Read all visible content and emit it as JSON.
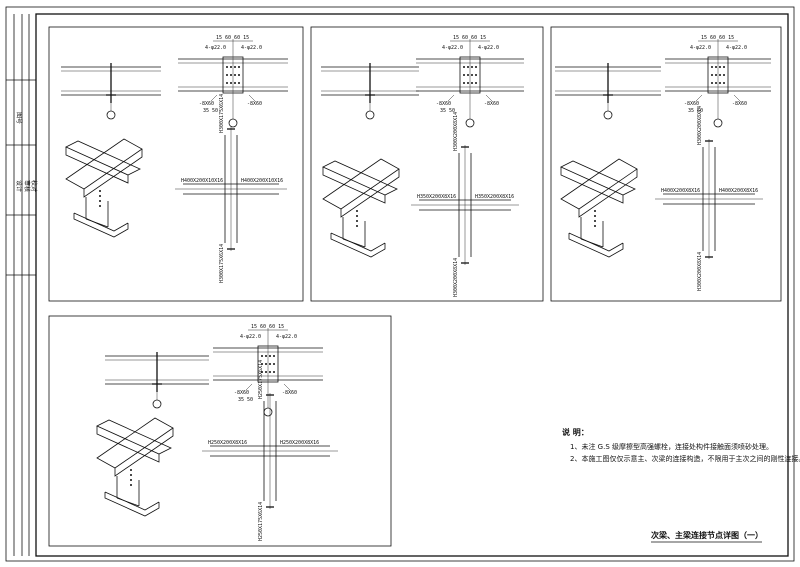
{
  "sheet": {
    "title": "次梁、主梁连接节点详图（一）",
    "border_color": "#000000",
    "stroke_color": "#111111"
  },
  "title_block_strip": [
    "图号",
    "设计",
    "审核",
    "校对"
  ],
  "notes": {
    "heading": "说  明：",
    "items": [
      "1、未注 G.S 级摩擦型高强螺栓，连接处构件接触面须喷砂处理。",
      "2、本施工图仅仅示意主、次梁的连接构造，不限用于主次之间的刚性连接。"
    ]
  },
  "panels": [
    {
      "id": "A",
      "dim_top": "15 60 60 15",
      "bolt_left": "4-φ22.0",
      "bolt_right": "4-φ22.0",
      "plate_left": "-8X60",
      "plate_right": "-8X60",
      "spacing": "35 50",
      "section_top": "H300X175X6X14",
      "section_bottom": "H300X175X6X14",
      "section_left": "H400X200X10X16",
      "section_right": "H400X200X10X16"
    },
    {
      "id": "B",
      "dim_top": "15 60 60 15",
      "bolt_left": "4-φ22.0",
      "bolt_right": "4-φ22.0",
      "plate_left": "-8X60",
      "plate_right": "-8X60",
      "spacing": "35 50",
      "section_top": "H300X200X8X14",
      "section_bottom": "H300X200X8X14",
      "section_left": "H350X200X8X16",
      "section_right": "H350X200X8X16"
    },
    {
      "id": "C",
      "dim_top": "15 60 60 15",
      "bolt_left": "4-φ22.0",
      "bolt_right": "4-φ22.0",
      "plate_left": "-8X60",
      "plate_right": "-8X60",
      "spacing": "35 50",
      "section_top": "H300X200X8X14",
      "section_bottom": "H300X200X8X14",
      "section_left": "H400X200X8X16",
      "section_right": "H400X200X8X16"
    },
    {
      "id": "D",
      "dim_top": "15 60 60 15",
      "bolt_left": "4-φ22.0",
      "bolt_right": "4-φ22.0",
      "plate_left": "-8X60",
      "plate_right": "-8X60",
      "spacing": "35 50",
      "section_top": "H250X175X6X14",
      "section_bottom": "H250X175X6X14",
      "section_left": "H250X200X8X16",
      "section_right": "H250X200X8X16"
    }
  ]
}
